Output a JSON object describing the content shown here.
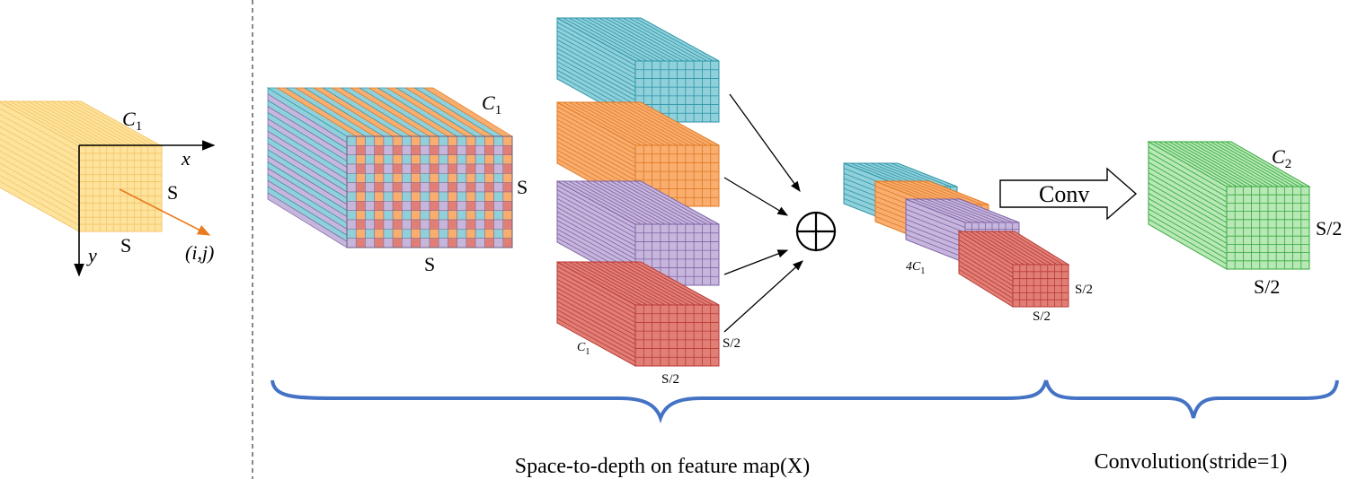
{
  "left_panel": {
    "channel_label": "C",
    "channel_sub": "1",
    "x_axis": "x",
    "y_axis": "y",
    "side_label": "S",
    "bottom_label": "S",
    "point_label": "(i,j)"
  },
  "s2d_input": {
    "channel_label": "C",
    "channel_sub": "1",
    "side_label": "S",
    "bottom_label": "S"
  },
  "slices": {
    "channel_label": "C",
    "channel_sub": "1",
    "side_label": "S/2",
    "bottom_label": "S/2"
  },
  "operator_symbol": "⊕",
  "concat": {
    "channel_label": "4C",
    "channel_sub": "1",
    "side_label": "S/2",
    "bottom_label": "S/2"
  },
  "conv_arrow_label": "Conv",
  "output": {
    "channel_label": "C",
    "channel_sub": "2",
    "side_label": "S/2",
    "bottom_label": "S/2"
  },
  "captions": {
    "space_to_depth": "Space-to-depth on feature map(X)",
    "convolution": "Convolution(stride=1)"
  },
  "colors": {
    "yellow_fill": "#fde39c",
    "yellow_line": "#f4c56a",
    "blue_fill": "#8fd0db",
    "blue_line": "#2e95a7",
    "orange_fill": "#f9ad6f",
    "orange_line": "#e07a22",
    "purple_fill": "#c7b6dc",
    "purple_line": "#7f64a8",
    "red_fill": "#e17f77",
    "red_line": "#b83a34",
    "green_fill": "#b7e8b6",
    "green_line": "#34a83a",
    "brace": "#4472c4",
    "point_arrow": "#e97a1f"
  }
}
